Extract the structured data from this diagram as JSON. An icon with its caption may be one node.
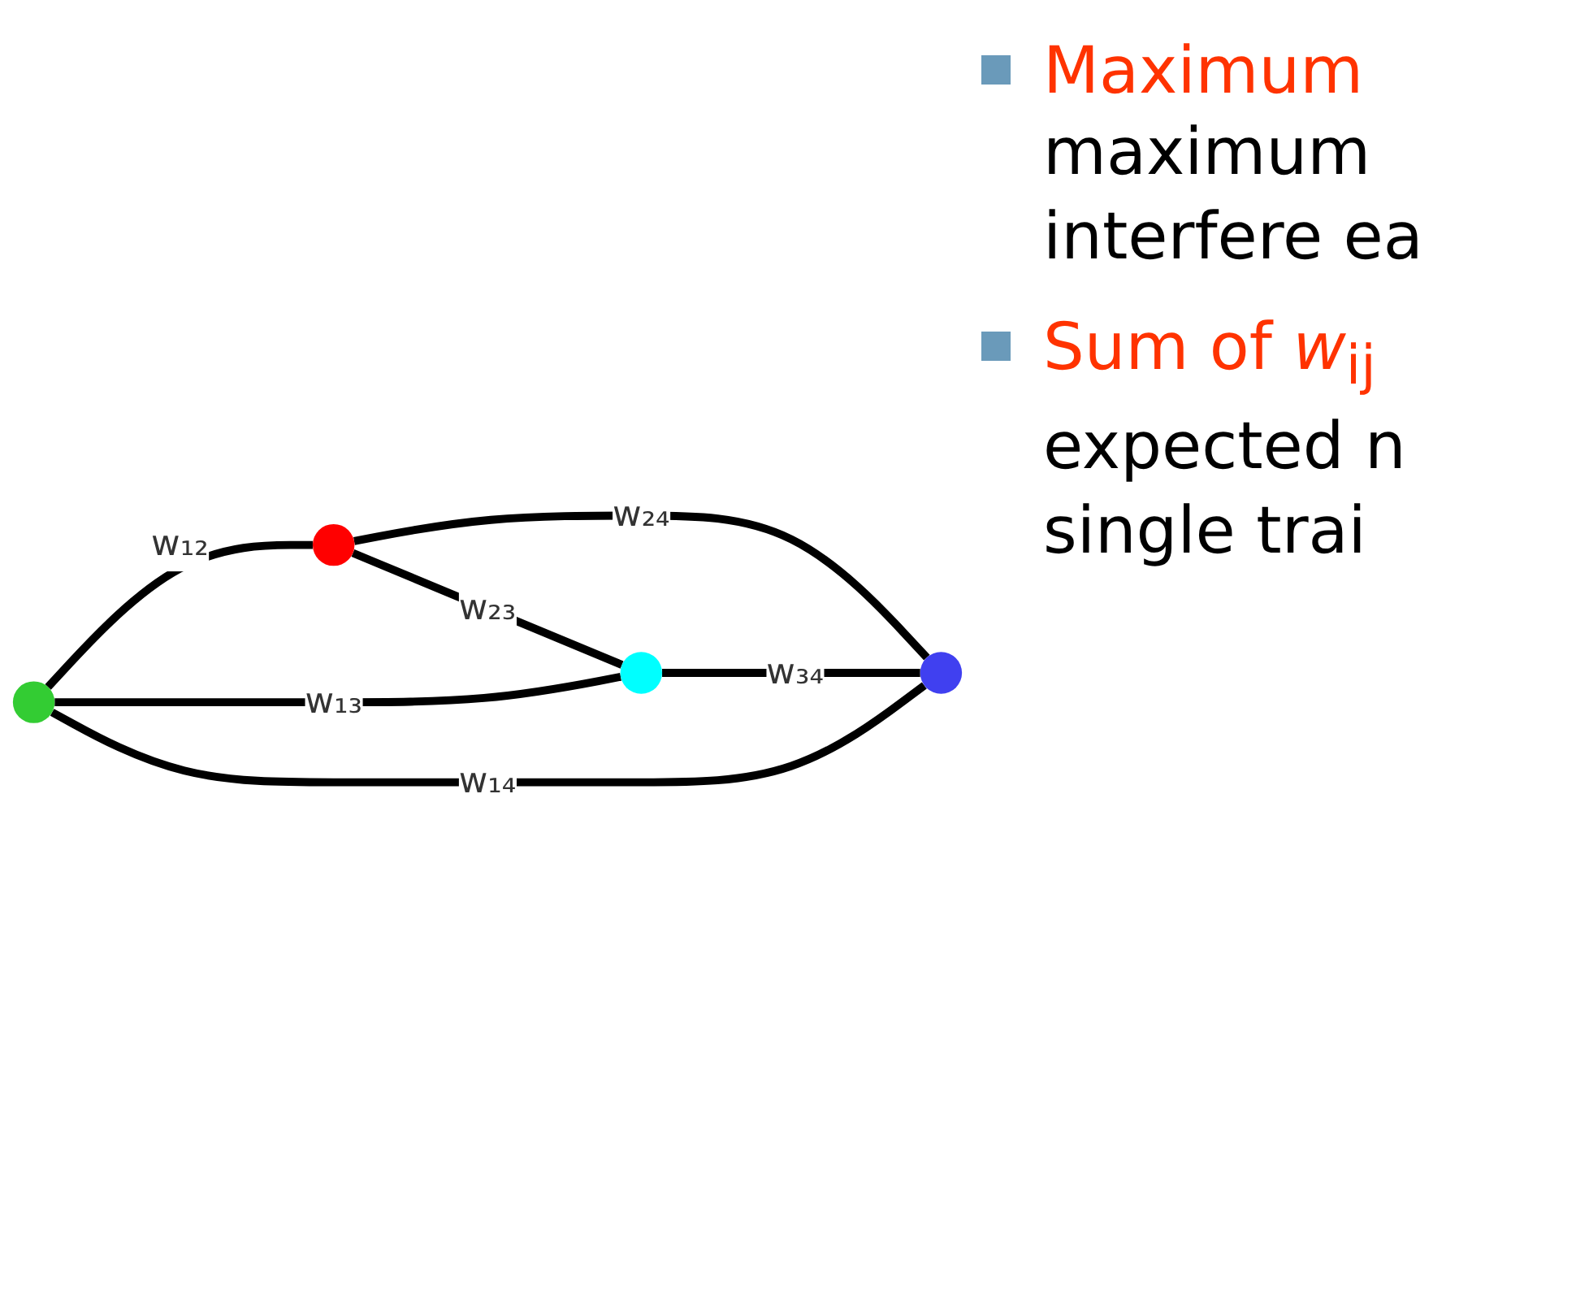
{
  "diagram": {
    "nodes": [
      {
        "text": [],
        "shape": "circle"
      },
      {
        "text": [],
        "shape": "circle"
      },
      {
        "text": [],
        "shape": "circle"
      },
      {
        "text": [],
        "shape": "circle"
      }
    ],
    "edges": [
      {
        "from": 0,
        "to": 2,
        "arrow": "none",
        "label": "w₁₂"
      },
      {
        "from": 2,
        "to": 1,
        "arrow": "none",
        "label": "w₂₄"
      },
      {
        "from": 2,
        "to": 3,
        "arrow": "none",
        "label": "w₂₃"
      },
      {
        "from": 0,
        "to": 3,
        "arrow": "none",
        "label": "w₁₃"
      },
      {
        "from": 0,
        "to": 1,
        "arrow": "none",
        "label": "w₁₄"
      },
      {
        "from": 3,
        "to": 1,
        "arrow": "none",
        "label": "w₃₄"
      }
    ],
    "labels": [
      "Maximum",
      "maximum interfere ea",
      "Sum of *w*$_{ij}$",
      "expected n single trai"
    ]
  }
}
